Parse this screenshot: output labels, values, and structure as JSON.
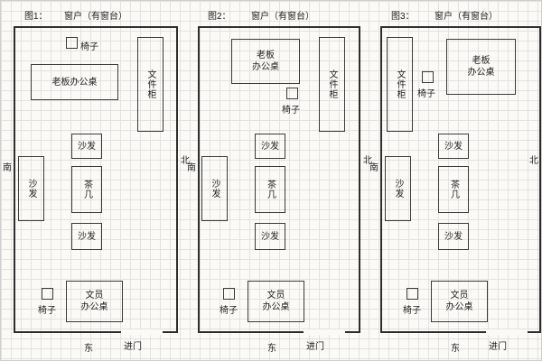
{
  "page": {
    "background_color": "#fbfaf7",
    "grid_color": "#e2e2e2",
    "line_color": "#2e2e2e"
  },
  "labels": {
    "window": "窗户（有窗台）",
    "chair": "椅子",
    "boss_desk_one_line": "老板办公桌",
    "boss_desk_two_line": "老板\n办公桌",
    "file_cabinet": "文件柜",
    "sofa": "沙发",
    "tea_table": "茶几",
    "clerk_desk": "文员\n办公桌",
    "south": "南",
    "north": "北",
    "east": "东",
    "entry_door": "进门"
  },
  "panels": [
    {
      "title": "图1："
    },
    {
      "title": "图2："
    },
    {
      "title": "图3："
    }
  ]
}
